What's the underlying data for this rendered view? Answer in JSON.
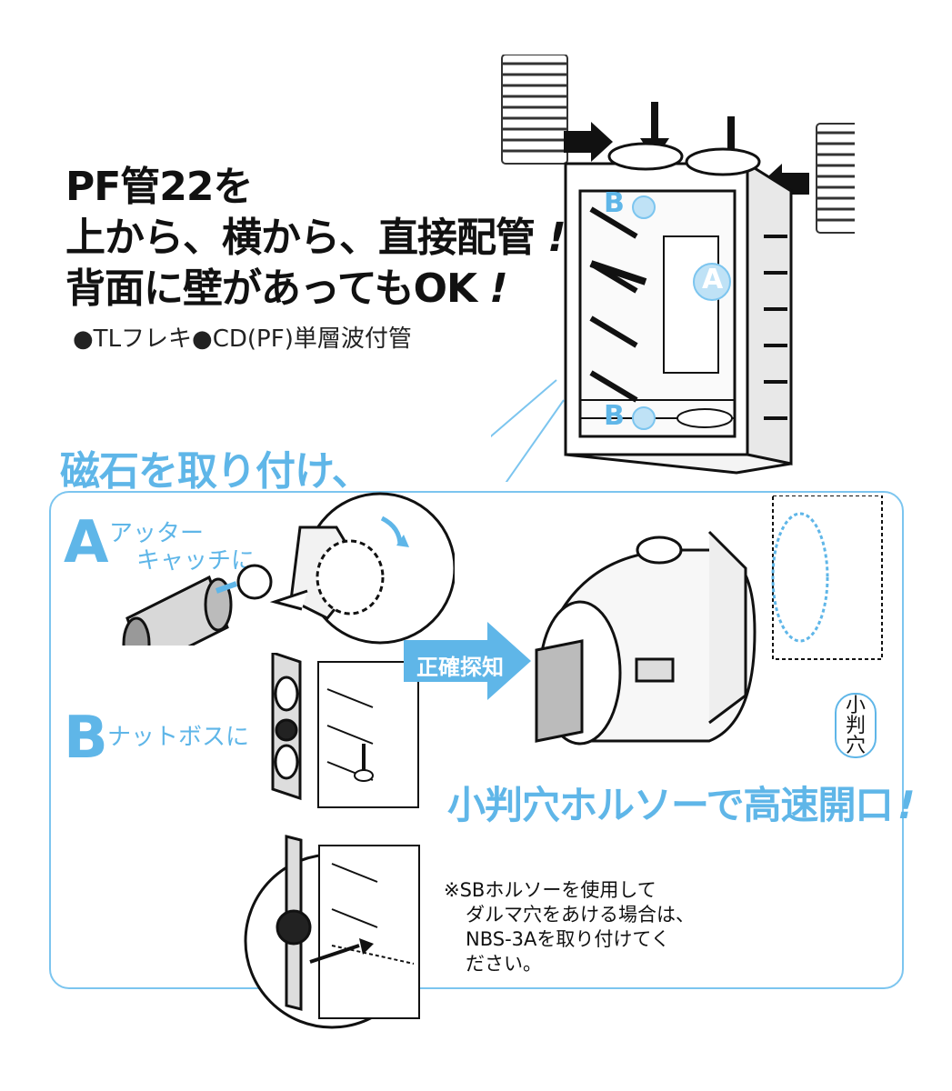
{
  "headline": {
    "line1": "PF管22を",
    "line2": "上から、横から、直接配管",
    "line2_excl": "!",
    "line3": "背面に壁があってもOK",
    "line3_excl": "!"
  },
  "subtitle": "●TLフレキ●CD(PF)単層波付管",
  "magnet_title": "磁石を取り付け、",
  "section_a": {
    "letter": "A",
    "line1": "アッター",
    "line2": "キャッチに"
  },
  "section_b": {
    "letter": "B",
    "label": "ナットボスに"
  },
  "box_markers": {
    "a": "A",
    "b_top": "B",
    "b_bottom": "B"
  },
  "detect_arrow": "正確探知",
  "hole_tag": [
    "小",
    "判",
    "穴"
  ],
  "hole_title": "小判穴ホルソーで高速開口",
  "hole_title_excl": "!",
  "note": [
    "※SBホルソーを使用して",
    "ダルマ穴をあける場合は、",
    "NBS-3Aを取り付けてく",
    "ださい。"
  ],
  "colors": {
    "accent": "#5fb6e8",
    "panel_border": "#7cc5ef",
    "text": "#111111"
  }
}
